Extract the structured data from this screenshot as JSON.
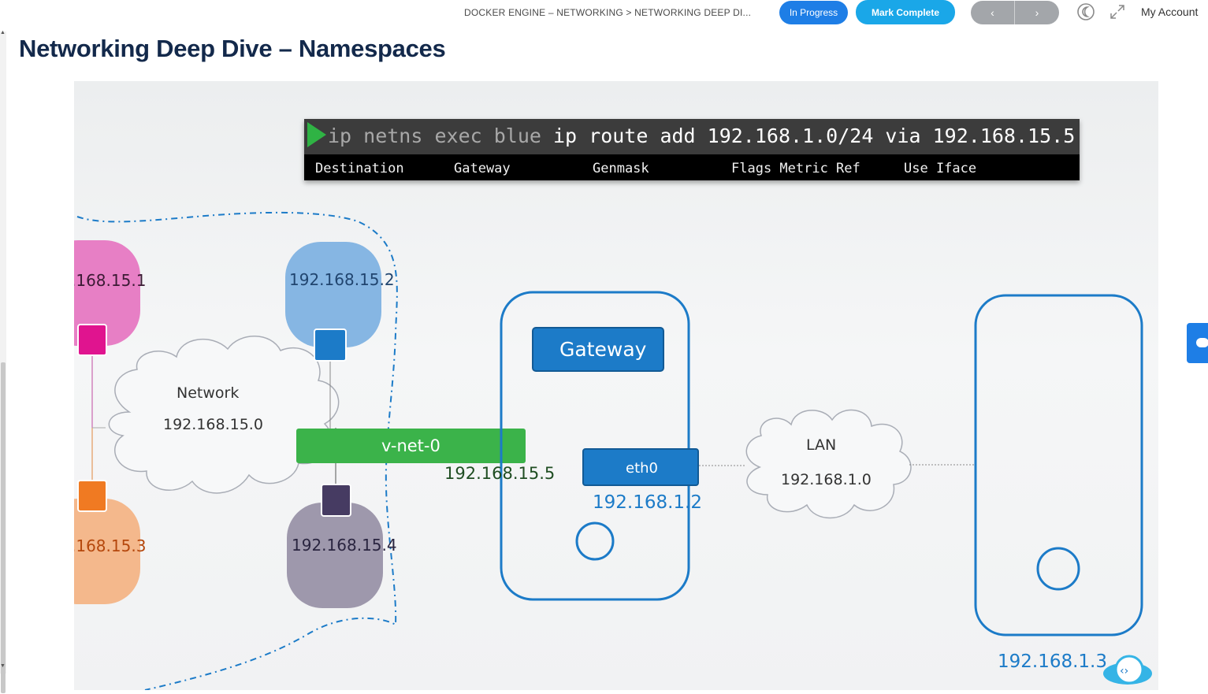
{
  "header": {
    "breadcrumb": "DOCKER ENGINE – NETWORKING > NETWORKING DEEP DI...",
    "status_button": "In Progress",
    "complete_button": "Mark Complete",
    "prev_label": "‹",
    "next_label": "›",
    "account_label": "My Account",
    "theme_icon": "moon-icon",
    "expand_icon": "expand-icon"
  },
  "page": {
    "title": "Networking Deep Dive – Namespaces"
  },
  "terminal": {
    "cmd_dim": "ip netns exec blue",
    "cmd_main": " ip route add 192.168.1.0/24 via 192.168.15.5",
    "columns": [
      "Destination",
      "Gateway",
      "Genmask",
      "Flags Metric Ref",
      "Use Iface"
    ]
  },
  "diagram": {
    "namespaces": [
      {
        "ip": ".168.15.1",
        "color": "#e77fc5",
        "port_color": "#e0148f"
      },
      {
        "ip": "192.168.15.2",
        "color": "#86b6e3",
        "port_color": "#1c7bc8"
      },
      {
        "ip": ".168.15.3",
        "color": "#f4b88c",
        "port_color": "#f07a22"
      },
      {
        "ip": "192.168.15.4",
        "color": "#9e98ac",
        "port_color": "#463b62"
      }
    ],
    "network_label": "Network",
    "network_ip": "192.168.15.0",
    "bridge_label": "v-net-0",
    "bridge_ip": "192.168.15.5",
    "gateway_label": "Gateway",
    "eth_label": "eth0",
    "eth_ip": "192.168.1.2",
    "lan_label": "LAN",
    "lan_ip": "192.168.1.0",
    "host_ip": "192.168.1.3",
    "accent_color": "#1c7bc8",
    "bridge_color": "#3bb34a"
  }
}
